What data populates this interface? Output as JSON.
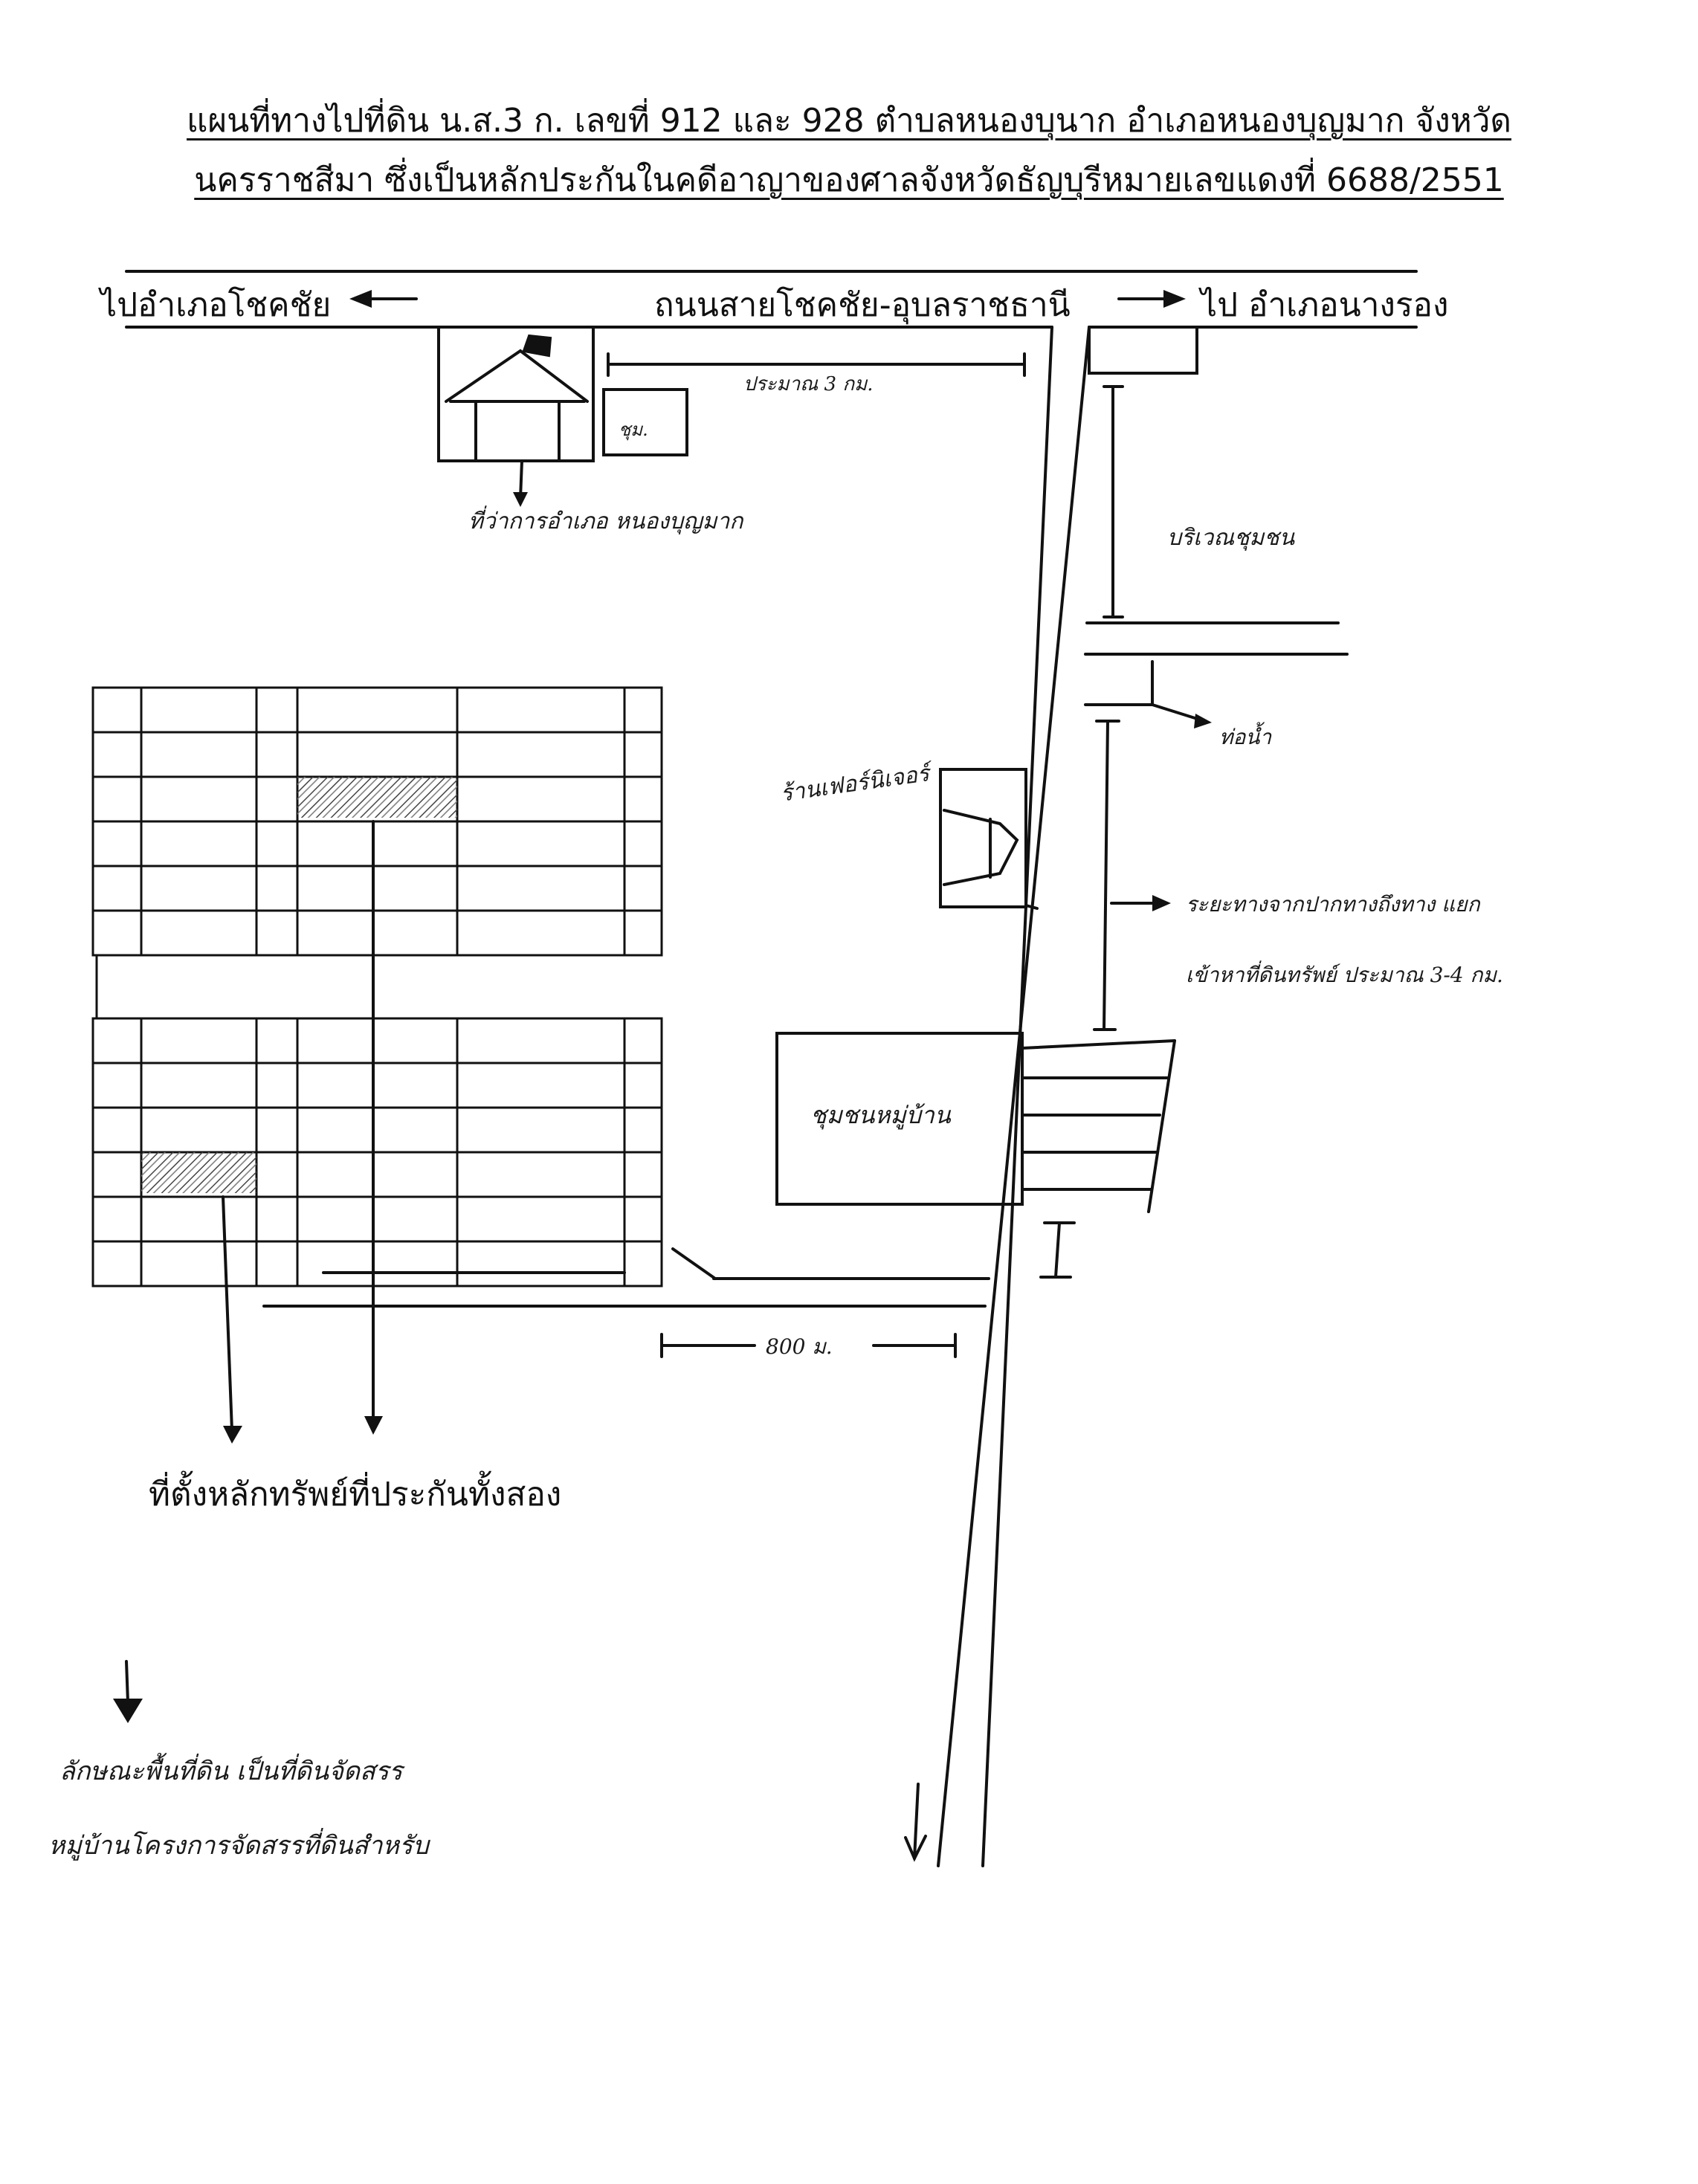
{
  "document": {
    "title_line1": "แผนที่ทางไปที่ดิน น.ส.3 ก. เลขที่ 912 และ 928 ตำบลหนองบุนาก อำเภอหนองบุญมาก จังหวัด",
    "title_line2": "นครราชสีมา ซึ่งเป็นหลักประกันในคดีอาญาของศาลจังหวัดธัญบุรีหมายเลขแดงที่ 6688/2551"
  },
  "map": {
    "road_name": "ถนนสายโชคชัย-อุบลราชธานี",
    "direction_left": "ไปอำเภอโชคชัย",
    "direction_right": "ไป อำเภอนางรอง",
    "collateral_label": "ที่ตั้งหลักทรัพย์ที่ประกันทั้งสอง",
    "handwritten": {
      "distance_top": "ประมาณ 3 กม.",
      "police_box": "ชุม.",
      "district_office": "ที่ว่าการอำเภอ หนองบุญมาก",
      "community_area": "บริเวณชุมชน",
      "culvert": "ท่อน้ำ",
      "shop": "ร้านเฟอร์นิเจอร์",
      "land_desc_line1": "ระยะทางจากปากทางถึงทาง แยก",
      "land_desc_line2": "เข้าหาที่ดินทรัพย์ ประมาณ 3-4 กม.",
      "village": "ชุมชนหมู่บ้าน",
      "distance_bottom": "800 ม.",
      "note_line1": "ลักษณะพื้นที่ดิน เป็นที่ดินจัดสรร",
      "note_line2": "หมู่บ้านโครงการจัดสรรที่ดินสำหรับ"
    }
  }
}
